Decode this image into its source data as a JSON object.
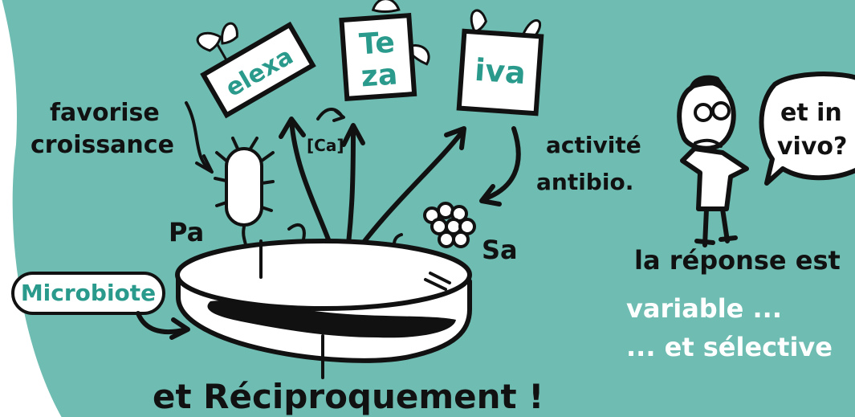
{
  "colors": {
    "background": "#6fbdb2",
    "ink": "#111111",
    "paper": "#ffffff",
    "accent_text": "#2a9a8c",
    "canvas_outside": "#ffffff"
  },
  "drugs": [
    {
      "label": "elexa",
      "icon": "leaf-icon"
    },
    {
      "label_line1": "Te",
      "label_line2": "za",
      "icon": "leaf-icon"
    },
    {
      "label": "iva",
      "icon": "leaf-icon"
    }
  ],
  "labels": {
    "favorise_line1": "favorise",
    "favorise_line2": "croissance",
    "activite_line1": "activité",
    "activite_line2": "antibio.",
    "ca": "[Ca]",
    "pa": "Pa",
    "sa": "Sa",
    "microbiote": "Microbiote",
    "reciproquement": "et Réciproquement !"
  },
  "speech_bubble": {
    "line1": "et in",
    "line2": "vivo?"
  },
  "answer": {
    "line1": "la réponse est",
    "line2": "variable ...",
    "line3": "... et sélective"
  },
  "icons": [
    "leaf-icon",
    "bacillus-icon",
    "cocci-cluster-icon",
    "petri-dish-icon",
    "thinking-person-icon",
    "arrow-icon"
  ]
}
